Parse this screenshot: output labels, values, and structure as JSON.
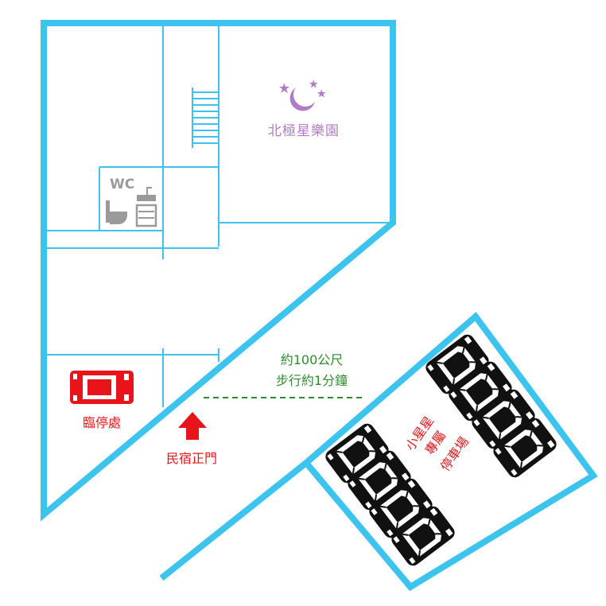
{
  "colors": {
    "wall": "#3cc3ee",
    "park_label": "#b07cc6",
    "red": "#e8141a",
    "green": "#2e8b2e",
    "wc_gray": "#9a9a9a",
    "car_black": "#111111"
  },
  "park": {
    "name": "北極星樂園",
    "icon": "moon-stars-icon"
  },
  "wc": {
    "label": "WC",
    "icon": "toilet-sink-icon"
  },
  "temporary_parking": {
    "label": "臨停處",
    "icon": "red-car-icon"
  },
  "entrance": {
    "label": "民宿正門",
    "icon": "red-up-arrow-icon"
  },
  "walk_note": {
    "line1": "約100公尺",
    "line2": "步行約1分鐘"
  },
  "parking_lot": {
    "line1": "小星星",
    "line2": "專屬",
    "line3": "停車場",
    "icon": "black-car-icon"
  }
}
